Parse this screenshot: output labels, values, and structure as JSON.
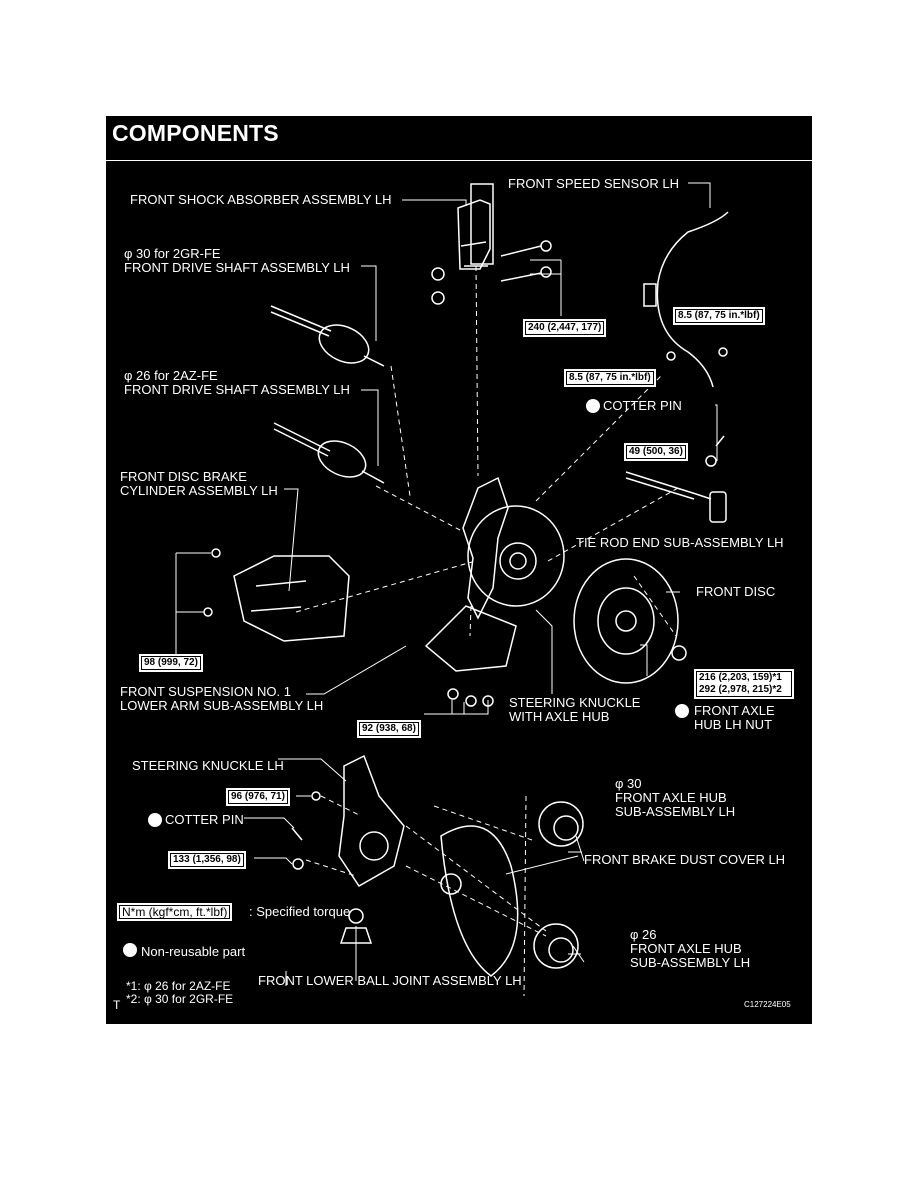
{
  "title": "COMPONENTS",
  "labels": {
    "shock": "FRONT SHOCK ABSORBER ASSEMBLY LH",
    "speed_sensor": "FRONT SPEED SENSOR LH",
    "shaft30": "φ 30 for 2GR-FE\nFRONT DRIVE SHAFT ASSEMBLY LH",
    "shaft26": "φ 26 for 2AZ-FE\nFRONT DRIVE SHAFT ASSEMBLY LH",
    "cotter1": "COTTER PIN",
    "caliper": "FRONT DISC BRAKE\nCYLINDER ASSEMBLY LH",
    "tie_rod": "TIE ROD END SUB-ASSEMBLY LH",
    "front_disc": "FRONT DISC",
    "lower_arm": "FRONT SUSPENSION NO. 1\nLOWER ARM SUB-ASSEMBLY LH",
    "knuckle_hub": "STEERING KNUCKLE\nWITH AXLE HUB",
    "hub_nut": "FRONT AXLE\nHUB LH NUT",
    "knuckle": "STEERING KNUCKLE LH",
    "hub30": "φ 30\nFRONT AXLE HUB\nSUB-ASSEMBLY LH",
    "cotter2": "COTTER PIN",
    "dust_cover": "FRONT BRAKE DUST COVER LH",
    "specified": ": Specified torque",
    "hub26": "φ 26\nFRONT AXLE HUB\nSUB-ASSEMBLY LH",
    "non_reusable": "Non-reusable part",
    "ball_joint": "FRONT LOWER BALL JOINT ASSEMBLY LH",
    "note1": "*1: φ  26 for 2AZ-FE",
    "note2": "*2: φ  30 for 2GR-FE",
    "t_mark": "T",
    "code": "C127224E05"
  },
  "torques": {
    "t240": "240 (2,447, 177)",
    "t85a": "8.5 (87, 75 in.*lbf)",
    "t85b": "8.5 (87, 75 in.*lbf)",
    "t49": "49 (500, 36)",
    "t98": "98 (999, 72)",
    "t216": "216 (2,203, 159)*1",
    "t292": "292 (2,978, 215)*2",
    "t92": "92 (938, 68)",
    "t96": "96 (976, 71)",
    "t133": "133 (1,356, 98)",
    "unit": "N*m (kgf*cm, ft.*lbf)"
  },
  "colors": {
    "background": "#000000",
    "ink": "#ffffff",
    "box_fill": "#ffffff"
  }
}
